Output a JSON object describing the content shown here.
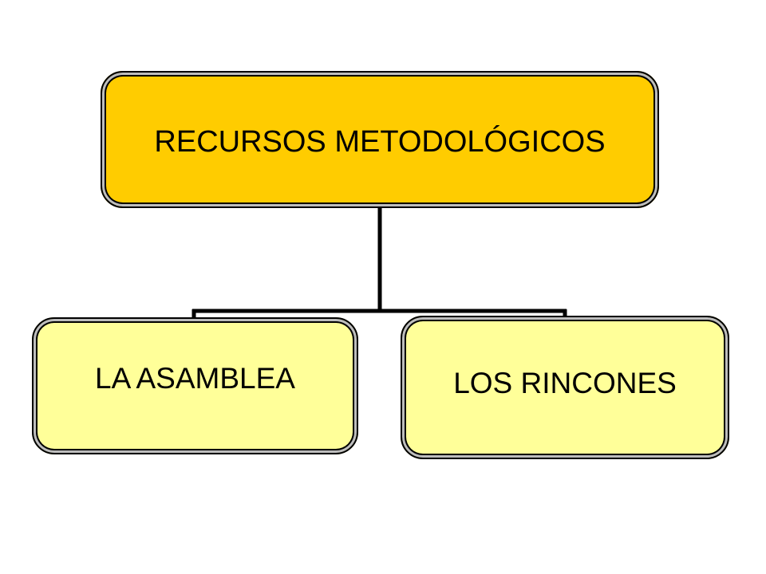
{
  "diagram": {
    "root": {
      "label": "RECURSOS METODOLÓGICOS",
      "fill": "#FFCC00"
    },
    "children": [
      {
        "label": "LA ASAMBLEA",
        "fill": "#FFFF99"
      },
      {
        "label": "LOS RINCONES",
        "fill": "#FFFF99"
      }
    ],
    "connector_color": "#000000",
    "border_color": "#000000",
    "border_accent": "#BDBDBD"
  }
}
